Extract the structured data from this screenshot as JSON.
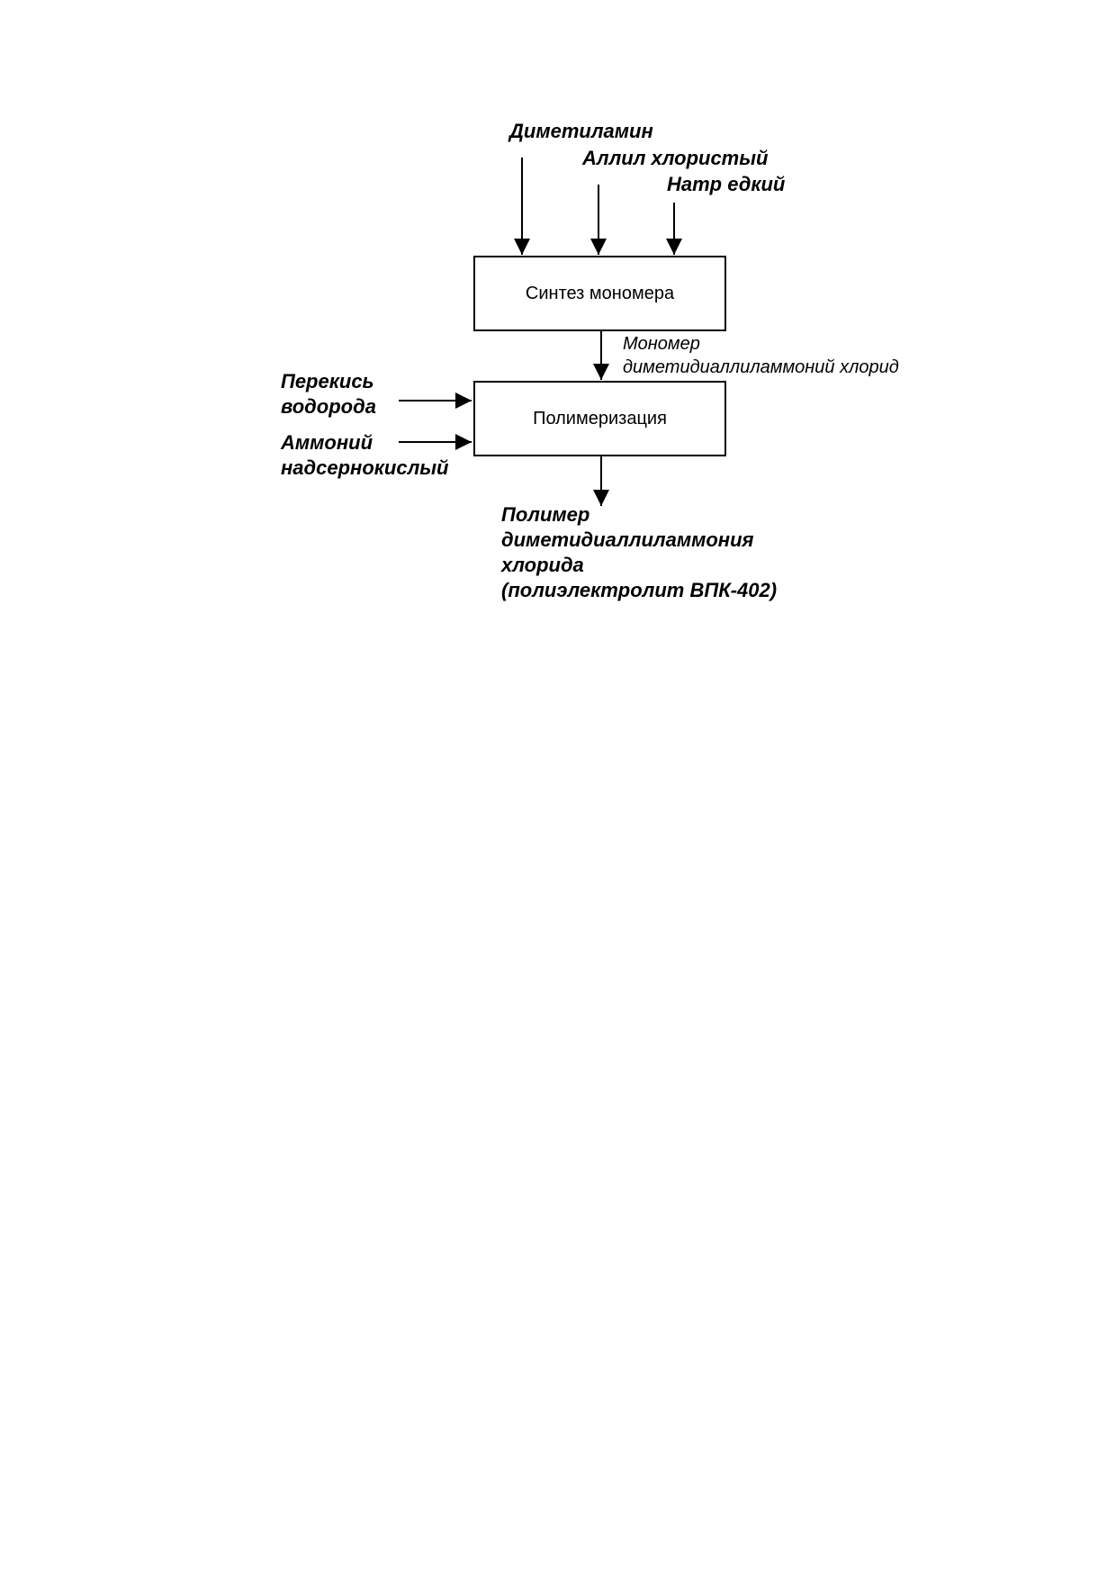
{
  "inputs_top": [
    {
      "label": "Диметиламин"
    },
    {
      "label": "Аллил хлористый"
    },
    {
      "label": "Натр едкий"
    }
  ],
  "processes": [
    {
      "label": "Синтез мономера"
    },
    {
      "label": "Полимеризация"
    }
  ],
  "intermediate": {
    "lines": [
      "Мономер",
      "диметидиаллиламмоний хлорид"
    ]
  },
  "inputs_side": [
    {
      "lines": [
        "Перекись",
        "водорода"
      ]
    },
    {
      "lines": [
        "Аммоний",
        "надсернокислый"
      ]
    }
  ],
  "product": {
    "lines": [
      "Полимер",
      "диметидиаллиламмония",
      "хлорида",
      "(полиэлектролит ВПК-402)"
    ]
  }
}
